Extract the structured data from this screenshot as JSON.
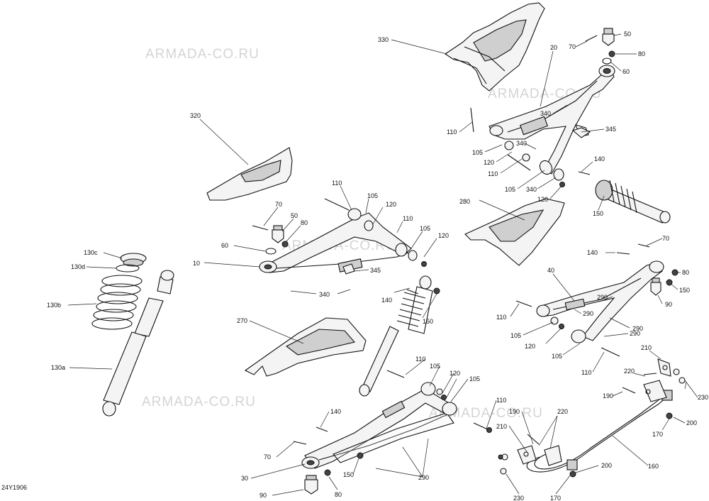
{
  "watermark": "ARMADA-CO.RU",
  "diagram_ref": "24Y1906",
  "callouts": {
    "c330": "330",
    "c20": "20",
    "c50a": "50",
    "c70a": "70",
    "c80a": "80",
    "c60a": "60",
    "c340a": "340",
    "c345a": "345",
    "c110a": "110",
    "c105a": "105",
    "c340b": "340",
    "c120a": "120",
    "c110b": "110",
    "c105b": "105",
    "c340c": "340",
    "c140a": "140",
    "c120b": "120",
    "c150a": "150",
    "c320": "320",
    "c110c": "110",
    "c105c": "105",
    "c120c": "120",
    "c110d": "110",
    "c70b": "70",
    "c50b": "50",
    "c80b": "80",
    "c105d": "105",
    "c120d": "120",
    "c60b": "60",
    "c10": "10",
    "c345b": "345",
    "c340d": "340",
    "c280": "280",
    "c130c": "130c",
    "c130d": "130d",
    "c130b": "130b",
    "c130a": "130a",
    "c140b": "140",
    "c150b": "150",
    "c270": "270",
    "c70c": "70",
    "c140c": "140",
    "c80c": "80",
    "c40": "40",
    "c150c": "150",
    "c290a": "290",
    "c290b": "290",
    "c90a": "90",
    "c110e": "110",
    "c290c": "290",
    "c105e": "105",
    "c120e": "120",
    "c105f": "105",
    "c290d": "290",
    "c110f": "110",
    "c210a": "210",
    "c220a": "220",
    "c230a": "230",
    "c190a": "190",
    "c110g": "110",
    "c105g": "105",
    "c120f": "120",
    "c105h": "105",
    "c200a": "200",
    "c170a": "170",
    "c140d": "140",
    "c110h": "110",
    "c190b": "190",
    "c220b": "220",
    "c210b": "210",
    "c70d": "70",
    "c30": "30",
    "c150d": "150",
    "c290e": "290",
    "c200b": "200",
    "c160": "160",
    "c90b": "90",
    "c80d": "80",
    "c230b": "230",
    "c170b": "170"
  }
}
